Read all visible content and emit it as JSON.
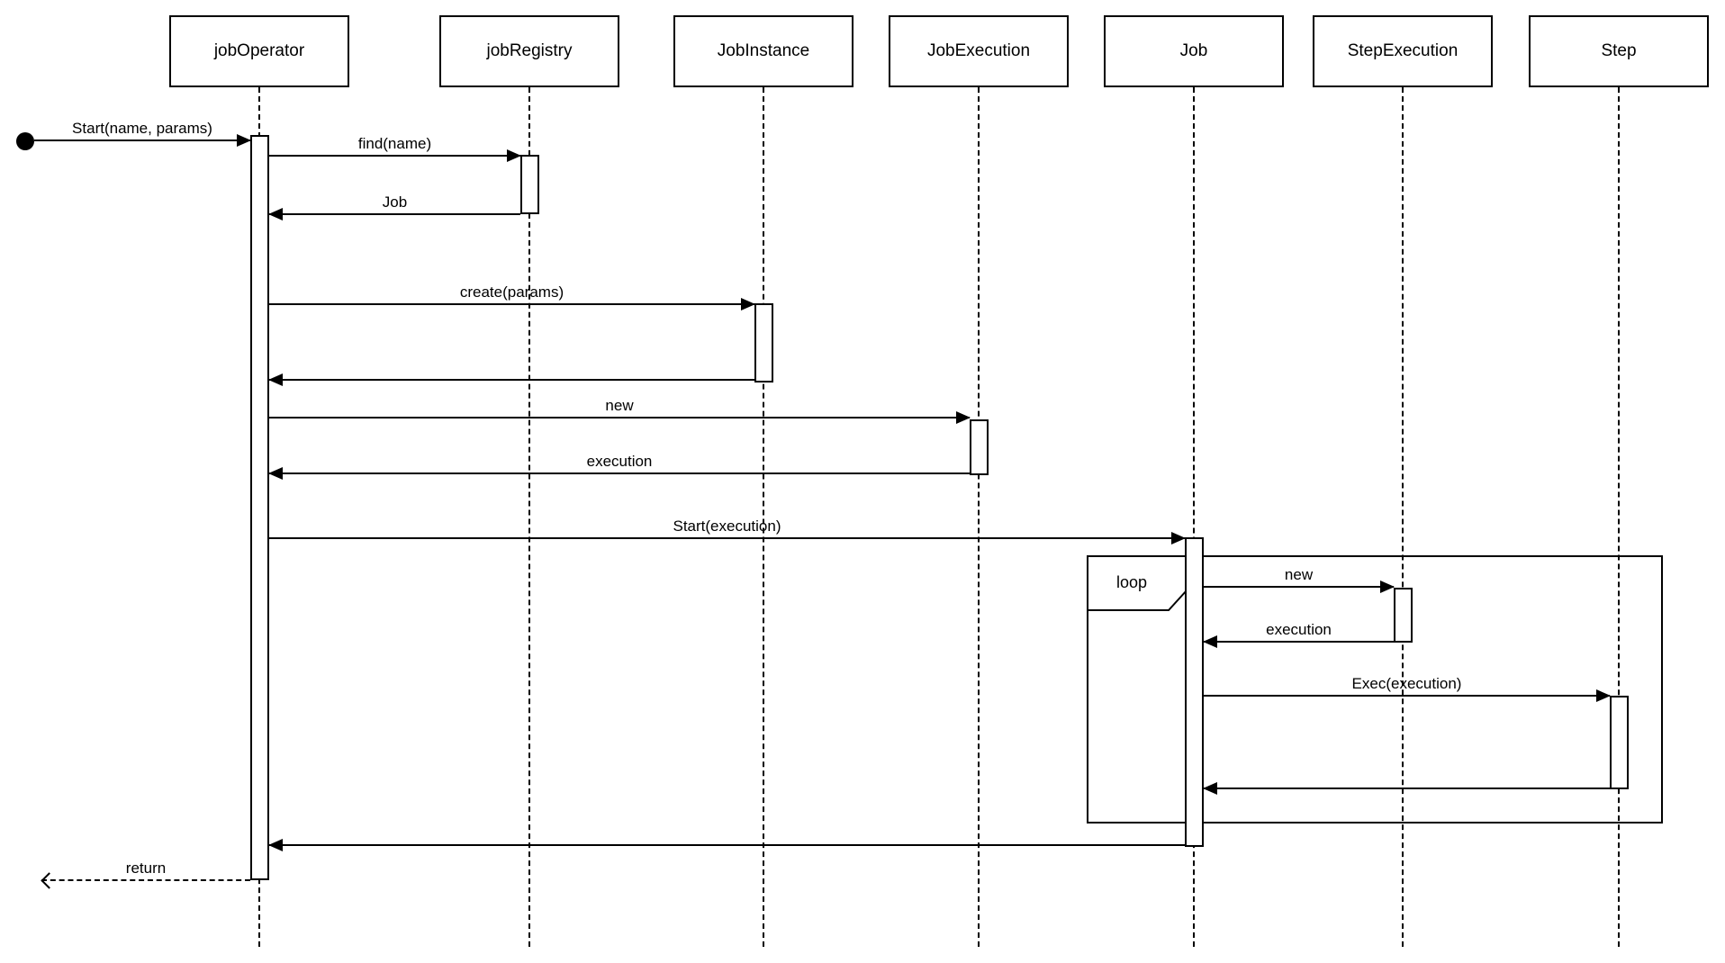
{
  "participants": [
    {
      "name": "jobOperator"
    },
    {
      "name": "jobRegistry"
    },
    {
      "name": "JobInstance"
    },
    {
      "name": "JobExecution"
    },
    {
      "name": "Job"
    },
    {
      "name": "StepExecution"
    },
    {
      "name": "Step"
    }
  ],
  "fragment": {
    "operator": "loop"
  },
  "messages": {
    "start": "Start(name, params)",
    "find": "find(name)",
    "job_return": "Job",
    "create": "create(params)",
    "new_job_execution": "new",
    "execution_return": "execution",
    "start_execution": "Start(execution)",
    "new_step_execution": "new",
    "step_execution_return": "execution",
    "exec_execution": "Exec(execution)",
    "final_return": "return"
  },
  "colors": {
    "stroke": "#000000",
    "background": "#ffffff"
  }
}
